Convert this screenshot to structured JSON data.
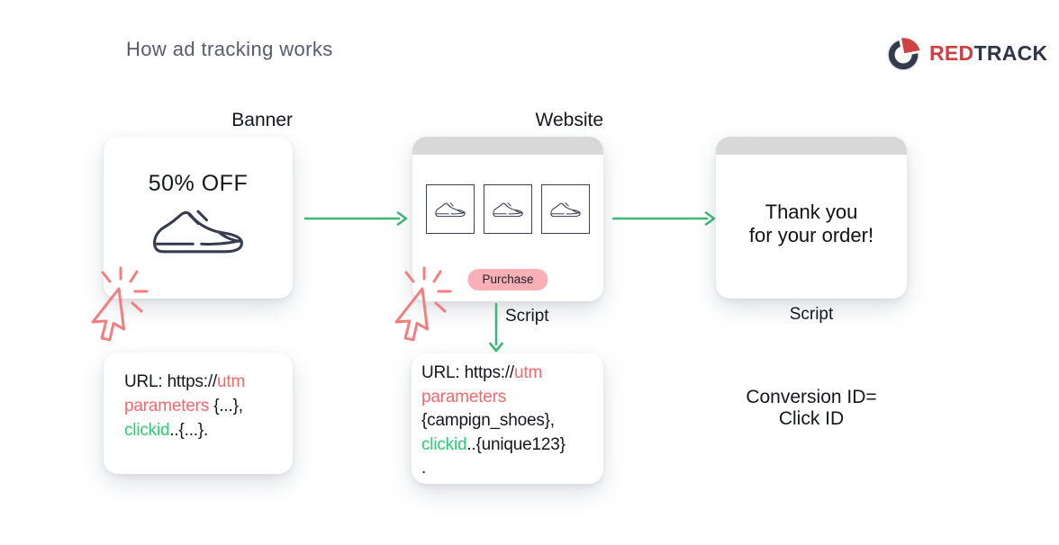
{
  "page": {
    "title": "How ad tracking works"
  },
  "logo": {
    "text_red": "RED",
    "text_dark": "TRACK",
    "icon": "redtrack-ring-icon"
  },
  "colors": {
    "accent_green": "#3cb878",
    "url_red": "#f5696e",
    "url_green": "#2fc873",
    "purchase_pink": "#f8afb6",
    "window_header_gray": "#d8d8d8",
    "ink_dark": "#15171e",
    "logo_red": "#cf4040",
    "logo_navy": "#2f3548",
    "cursor_salmon": "#f47d7d",
    "title_gray": "#565b6e"
  },
  "icons": {
    "shoe": "sneaker-icon",
    "cursor": "cursor-click-icon",
    "logo_mark": "redtrack-ring-icon",
    "flow": "green-arrow-icon"
  },
  "banner": {
    "label": "Banner",
    "offer": "50% OFF"
  },
  "website": {
    "label": "Website",
    "purchase_label": "Purchase",
    "script_label": "Script",
    "product_count": 3
  },
  "thankyou": {
    "line1": "Thank you",
    "line2": "for your order!",
    "script_label": "Script"
  },
  "url_box_banner": {
    "prefix": "URL: https://",
    "utm": "utm",
    "parameters": "parameters",
    "braces": " {...},",
    "clickid": "clickid",
    "tail": "..{...}."
  },
  "url_box_website": {
    "prefix": "URL: https://",
    "utm": "utm",
    "parameters": "parameters",
    "campaign": "{campign_shoes},",
    "clickid": "clickid",
    "unique": "..{unique123}",
    "dot": "."
  },
  "conversion": {
    "line1": "Conversion ID=",
    "line2": "Click ID"
  }
}
